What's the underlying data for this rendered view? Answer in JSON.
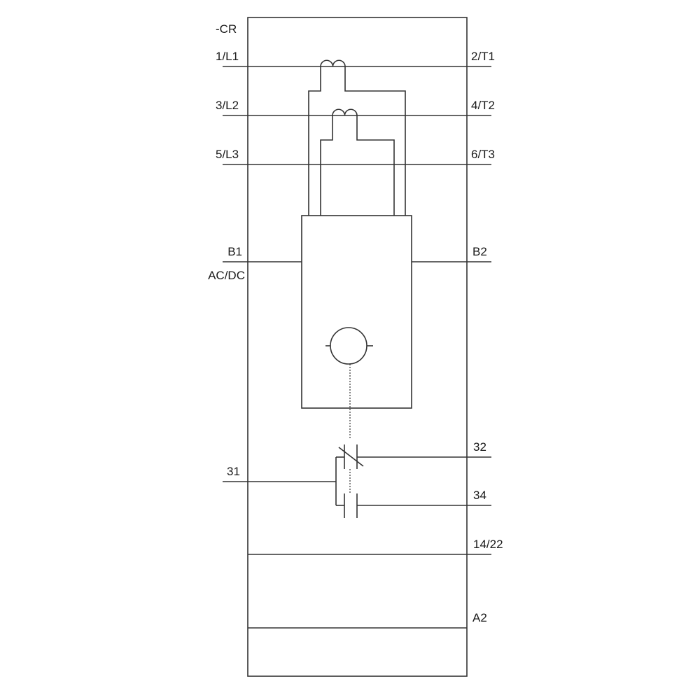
{
  "diagram": {
    "device_tag": "-CR",
    "terminals_left": {
      "l1": "1/L1",
      "l2": "3/L2",
      "l3": "5/L3",
      "b1": "B1",
      "supply": "AC/DC",
      "c31": "31"
    },
    "terminals_right": {
      "t1": "2/T1",
      "t2": "4/T2",
      "t3": "6/T3",
      "b2": "B2",
      "c32": "32",
      "c34": "34",
      "c1422": "14/22",
      "a2": "A2"
    },
    "colors": {
      "line": "#333333",
      "background": "#ffffff"
    }
  }
}
